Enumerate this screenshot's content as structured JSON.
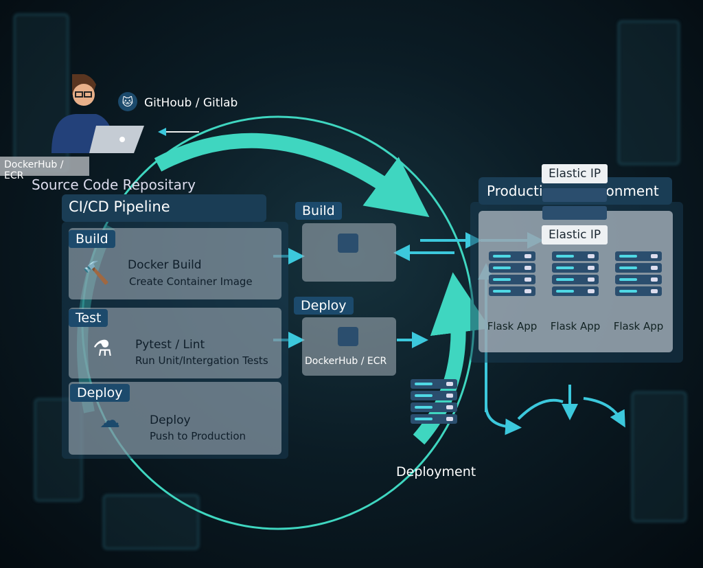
{
  "repo": {
    "git_label": "GitHoub / Gitlab",
    "title": "Source Code Repositary",
    "overlay_label": "DockerHub / ECR"
  },
  "pipeline": {
    "title": "CI/CD Pipeline",
    "stages": [
      {
        "tag": "Build",
        "title": "Docker Build",
        "subtitle": "Create Container Image"
      },
      {
        "tag": "Test",
        "title": "Pytest / Lint",
        "subtitle": "Run Unit/Intergation Tests"
      },
      {
        "tag": "Deploy",
        "title": "Deploy",
        "subtitle": "Push to Production"
      }
    ]
  },
  "middle": {
    "build_tag": "Build",
    "deploy_tag": "Deploy",
    "registry_label": "DockerHub / ECR",
    "deployment_label": "Deployment"
  },
  "production": {
    "title_left": "Producti",
    "title_right": "onment",
    "elastic_ip_top": "Elastic IP",
    "elastic_ip": "Elastic IP",
    "apps": [
      "Flask App",
      "Flask App",
      "Flask App"
    ]
  },
  "colors": {
    "accent": "#3fd6c0",
    "arrow": "#3cc8dc",
    "tag": "#1c4a6c"
  }
}
